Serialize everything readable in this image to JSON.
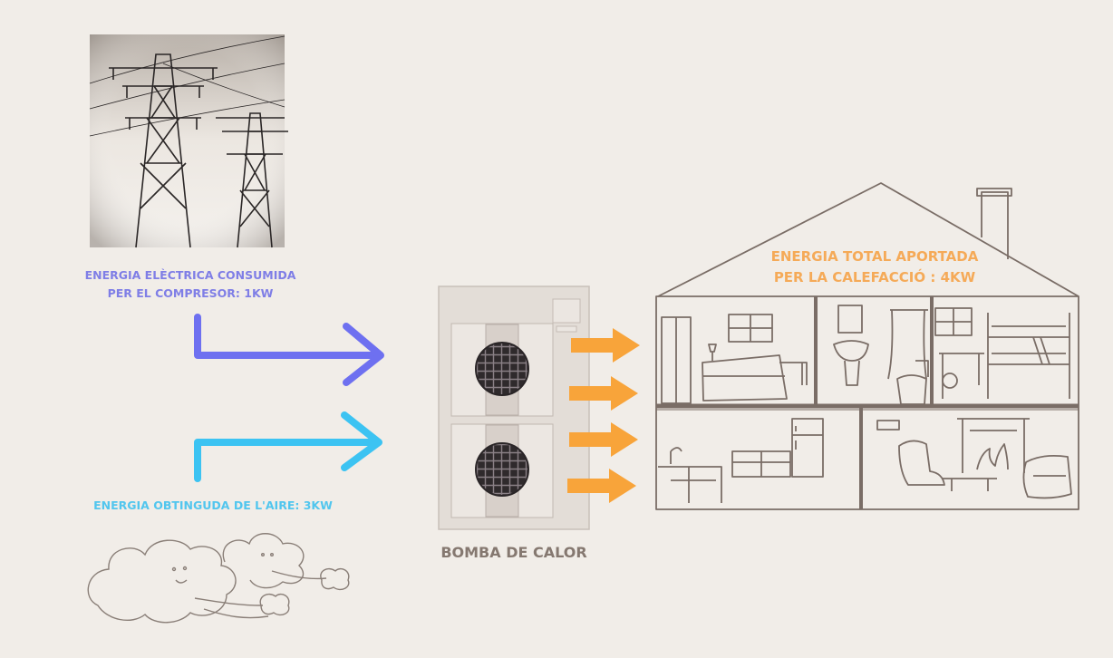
{
  "diagram": {
    "electric_label": {
      "line1": "ENERGIA ELÈCTRICA CONSUMIDA",
      "line2": "PER EL COMPRESOR: 1KW"
    },
    "air_label": "ENERGIA OBTINGUDA DE L'AIRE: 3KW",
    "pump_label": "BOMBA DE CALOR",
    "total_label": {
      "line1": "ENERGIA TOTAL APORTADA",
      "line2": "PER LA CALEFACCIÓ : 4KW"
    }
  },
  "colors": {
    "background": "#f1ede8",
    "electric_arrow": "#6e70f0",
    "air_arrow": "#3cc3f2",
    "heat_arrow": "#f8a43a",
    "sketch_stroke": "#7a6d66"
  },
  "icons": [
    "power-tower-icon",
    "cloud-wind-icon",
    "heat-pump-icon",
    "house-icon"
  ]
}
